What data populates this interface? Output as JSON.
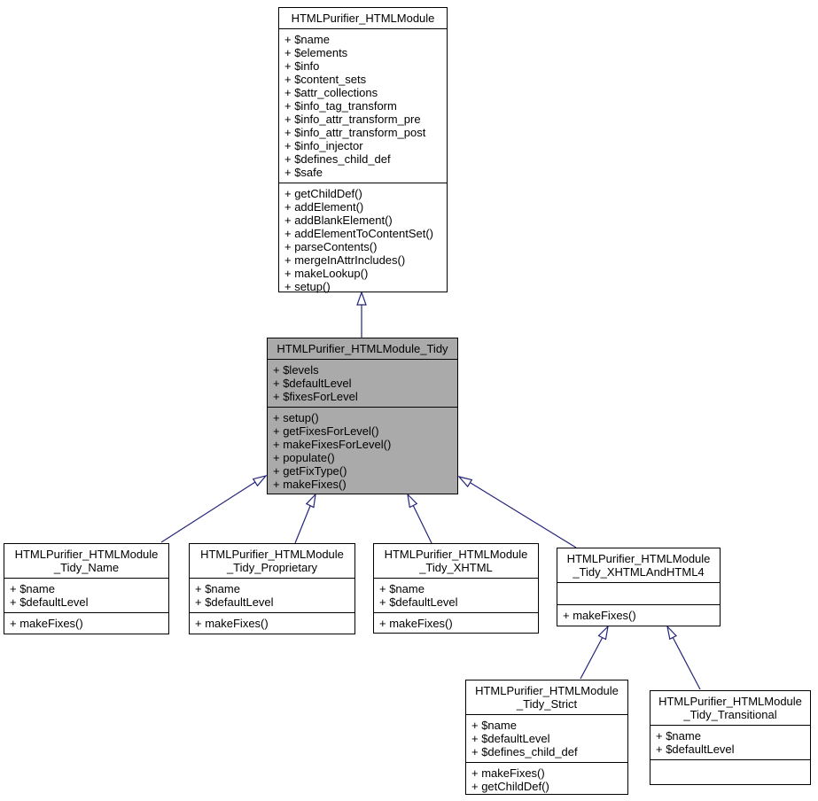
{
  "colors": {
    "background": "#ffffff",
    "box_border": "#000000",
    "box_fill": "#ffffff",
    "highlight_fill": "#aaaaaa",
    "arrow": "#24247b"
  },
  "classes": {
    "htmlmodule": {
      "name": "HTMLPurifier_HTMLModule",
      "attributes": [
        "+ $name",
        "+ $elements",
        "+ $info",
        "+ $content_sets",
        "+ $attr_collections",
        "+ $info_tag_transform",
        "+ $info_attr_transform_pre",
        "+ $info_attr_transform_post",
        "+ $info_injector",
        "+ $defines_child_def",
        "+ $safe"
      ],
      "methods": [
        "+ getChildDef()",
        "+ addElement()",
        "+ addBlankElement()",
        "+ addElementToContentSet()",
        "+ parseContents()",
        "+ mergeInAttrIncludes()",
        "+ makeLookup()",
        "+ setup()"
      ]
    },
    "tidy": {
      "name": "HTMLPurifier_HTMLModule_Tidy",
      "attributes": [
        "+ $levels",
        "+ $defaultLevel",
        "+ $fixesForLevel"
      ],
      "methods": [
        "+ setup()",
        "+ getFixesForLevel()",
        "+ makeFixesForLevel()",
        "+ populate()",
        "+ getFixType()",
        "+ makeFixes()"
      ]
    },
    "tidy_name": {
      "name": "HTMLPurifier_HTMLModule\n_Tidy_Name",
      "attributes": [
        "+ $name",
        "+ $defaultLevel"
      ],
      "methods": [
        "+ makeFixes()"
      ]
    },
    "tidy_proprietary": {
      "name": "HTMLPurifier_HTMLModule\n_Tidy_Proprietary",
      "attributes": [
        "+ $name",
        "+ $defaultLevel"
      ],
      "methods": [
        "+ makeFixes()"
      ]
    },
    "tidy_xhtml": {
      "name": "HTMLPurifier_HTMLModule\n_Tidy_XHTML",
      "attributes": [
        "+ $name",
        "+ $defaultLevel"
      ],
      "methods": [
        "+ makeFixes()"
      ]
    },
    "tidy_xhtmlandhtml4": {
      "name": "HTMLPurifier_HTMLModule\n_Tidy_XHTMLAndHTML4",
      "attributes": [],
      "methods": [
        "+ makeFixes()"
      ]
    },
    "tidy_strict": {
      "name": "HTMLPurifier_HTMLModule\n_Tidy_Strict",
      "attributes": [
        "+ $name",
        "+ $defaultLevel",
        "+ $defines_child_def"
      ],
      "methods": [
        "+ makeFixes()",
        "+ getChildDef()"
      ]
    },
    "tidy_transitional": {
      "name": "HTMLPurifier_HTMLModule\n_Tidy_Transitional",
      "attributes": [
        "+ $name",
        "+ $defaultLevel"
      ],
      "methods": []
    }
  },
  "relations": [
    {
      "child": "HTMLPurifier_HTMLModule_Tidy",
      "parent": "HTMLPurifier_HTMLModule",
      "type": "inheritance"
    },
    {
      "child": "HTMLPurifier_HTMLModule_Tidy_Name",
      "parent": "HTMLPurifier_HTMLModule_Tidy",
      "type": "inheritance"
    },
    {
      "child": "HTMLPurifier_HTMLModule_Tidy_Proprietary",
      "parent": "HTMLPurifier_HTMLModule_Tidy",
      "type": "inheritance"
    },
    {
      "child": "HTMLPurifier_HTMLModule_Tidy_XHTML",
      "parent": "HTMLPurifier_HTMLModule_Tidy",
      "type": "inheritance"
    },
    {
      "child": "HTMLPurifier_HTMLModule_Tidy_XHTMLAndHTML4",
      "parent": "HTMLPurifier_HTMLModule_Tidy",
      "type": "inheritance"
    },
    {
      "child": "HTMLPurifier_HTMLModule_Tidy_Strict",
      "parent": "HTMLPurifier_HTMLModule_Tidy_XHTMLAndHTML4",
      "type": "inheritance"
    },
    {
      "child": "HTMLPurifier_HTMLModule_Tidy_Transitional",
      "parent": "HTMLPurifier_HTMLModule_Tidy_XHTMLAndHTML4",
      "type": "inheritance"
    }
  ]
}
